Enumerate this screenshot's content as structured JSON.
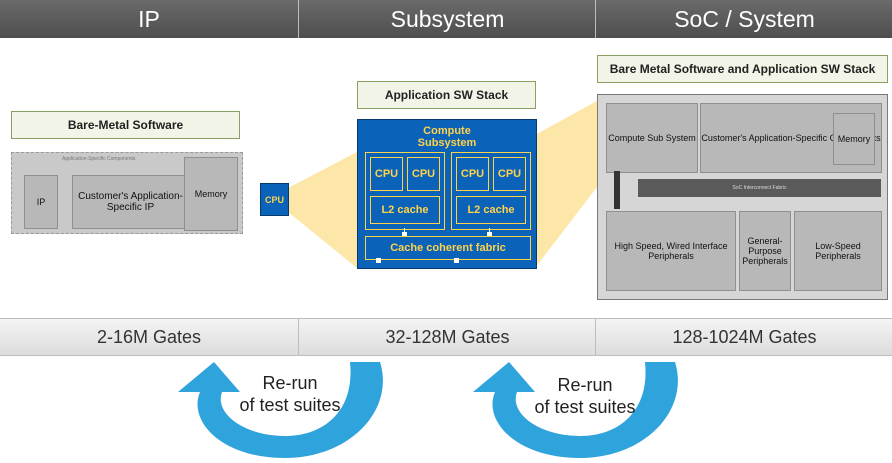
{
  "headers": {
    "ip": "IP",
    "subsystem": "Subsystem",
    "soc": "SoC / System"
  },
  "gates": {
    "ip": "2-16M Gates",
    "subsystem": "32-128M Gates",
    "soc": "128-1024M Gates"
  },
  "ip_panel": {
    "label": "Bare-Metal Software",
    "customer_ip": "Customer's Application-Specific IP",
    "small_left": "IP",
    "small_right": "Memory"
  },
  "cpu_single": "CPU",
  "subsystem_panel": {
    "label": "Application SW Stack",
    "title_line1": "Compute",
    "title_line2": "Subsystem",
    "cpu": "CPU",
    "l2": "L2  cache",
    "fabric": "Cache coherent fabric"
  },
  "soc_panel": {
    "label": "Bare Metal Software and Application SW Stack",
    "compute": "Compute Sub System",
    "customer": "Customer's Application-Specific Components",
    "interconnect": "SoC Interconnect Fabric",
    "highspeed": "High Speed, Wired Interface Peripherals",
    "general": "General-Purpose Peripherals",
    "lowspeed": "Low-Speed Peripherals",
    "memory": "Memory"
  },
  "rerun": {
    "left_line1": "Re-run",
    "left_line2": "of test suites",
    "right_line1": "Re-run",
    "right_line2": "of test suites"
  },
  "colors": {
    "accent_blue": "#0a63b8",
    "arrow_blue": "#2fa3dc",
    "highlight_yellow": "#fbe39a"
  }
}
